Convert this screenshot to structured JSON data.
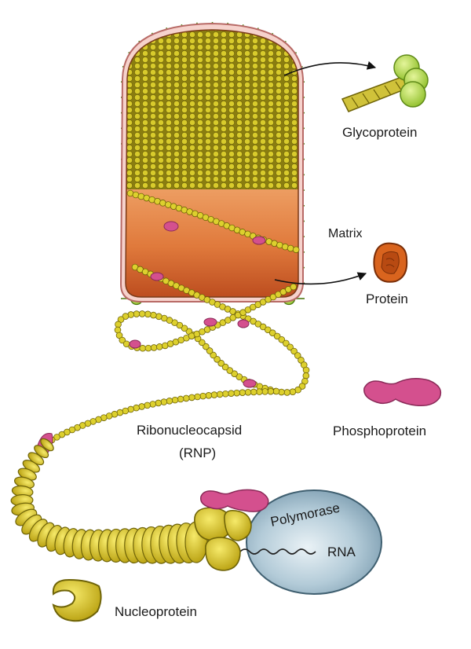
{
  "labels": {
    "glycoprotein": "Glycoprotein",
    "matrix": "Matrix",
    "protein": "Protein",
    "phosphoprotein": "Phosphoprotein",
    "ribonucleocapsid": "Ribonucleocapsid",
    "rnp": "(RNP)",
    "polymorase": "Polymorase",
    "rna": "RNA",
    "nucleoprotein": "Nucleoprotein"
  },
  "colors": {
    "glycoprotein_green": "#9fcf3f",
    "nucleoprotein_yellow": "#d9c21a",
    "matrix_orange": "#d9703a",
    "phosphoprotein_pink": "#d4508e",
    "polymerase_blue": "#8fb0c2",
    "membrane_pink": "#f4c6c0"
  },
  "icons": [
    "glycoprotein-icon",
    "matrix-protein-icon",
    "phosphoprotein-icon",
    "nucleoprotein-icon",
    "polymerase-icon"
  ]
}
